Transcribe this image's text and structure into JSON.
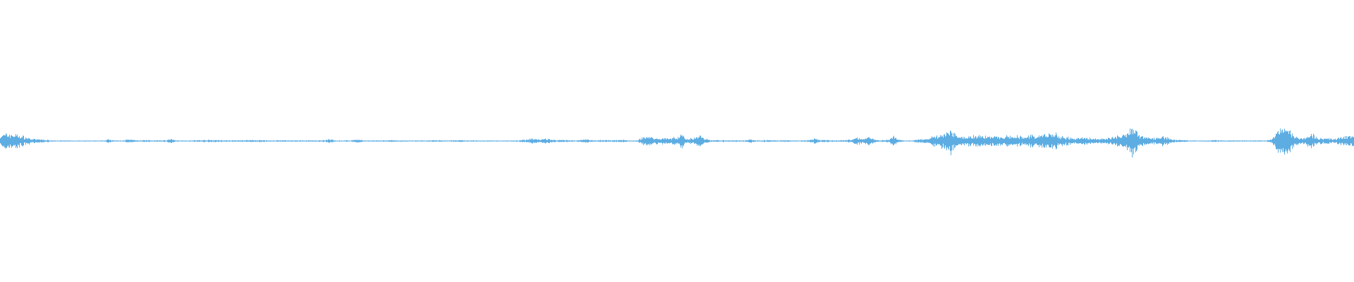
{
  "waveform": {
    "color": "#5dade2",
    "background": "#ffffff",
    "amplitude_profile": [
      [
        0.0,
        0.12
      ],
      [
        0.006,
        0.16
      ],
      [
        0.012,
        0.14
      ],
      [
        0.018,
        0.09
      ],
      [
        0.024,
        0.04
      ],
      [
        0.03,
        0.035
      ],
      [
        0.036,
        0.02
      ],
      [
        0.042,
        0.01
      ],
      [
        0.05,
        0.008
      ],
      [
        0.06,
        0.008
      ],
      [
        0.07,
        0.006
      ],
      [
        0.077,
        0.012
      ],
      [
        0.08,
        0.035
      ],
      [
        0.083,
        0.014
      ],
      [
        0.09,
        0.01
      ],
      [
        0.094,
        0.03
      ],
      [
        0.097,
        0.026
      ],
      [
        0.101,
        0.012
      ],
      [
        0.108,
        0.022
      ],
      [
        0.112,
        0.012
      ],
      [
        0.122,
        0.018
      ],
      [
        0.126,
        0.04
      ],
      [
        0.13,
        0.012
      ],
      [
        0.14,
        0.012
      ],
      [
        0.15,
        0.02
      ],
      [
        0.16,
        0.022
      ],
      [
        0.17,
        0.012
      ],
      [
        0.18,
        0.018
      ],
      [
        0.19,
        0.022
      ],
      [
        0.2,
        0.012
      ],
      [
        0.21,
        0.015
      ],
      [
        0.22,
        0.012
      ],
      [
        0.23,
        0.014
      ],
      [
        0.24,
        0.018
      ],
      [
        0.244,
        0.04
      ],
      [
        0.248,
        0.012
      ],
      [
        0.258,
        0.012
      ],
      [
        0.264,
        0.035
      ],
      [
        0.268,
        0.012
      ],
      [
        0.28,
        0.012
      ],
      [
        0.29,
        0.015
      ],
      [
        0.3,
        0.01
      ],
      [
        0.31,
        0.012
      ],
      [
        0.32,
        0.016
      ],
      [
        0.33,
        0.012
      ],
      [
        0.34,
        0.018
      ],
      [
        0.35,
        0.012
      ],
      [
        0.36,
        0.01
      ],
      [
        0.37,
        0.008
      ],
      [
        0.38,
        0.014
      ],
      [
        0.388,
        0.028
      ],
      [
        0.393,
        0.06
      ],
      [
        0.398,
        0.03
      ],
      [
        0.404,
        0.05
      ],
      [
        0.41,
        0.02
      ],
      [
        0.418,
        0.02
      ],
      [
        0.425,
        0.012
      ],
      [
        0.432,
        0.04
      ],
      [
        0.438,
        0.018
      ],
      [
        0.446,
        0.022
      ],
      [
        0.452,
        0.015
      ],
      [
        0.458,
        0.025
      ],
      [
        0.465,
        0.012
      ],
      [
        0.47,
        0.01
      ],
      [
        0.475,
        0.08
      ],
      [
        0.478,
        0.1
      ],
      [
        0.481,
        0.08
      ],
      [
        0.484,
        0.06
      ],
      [
        0.488,
        0.065
      ],
      [
        0.492,
        0.07
      ],
      [
        0.496,
        0.06
      ],
      [
        0.5,
        0.08
      ],
      [
        0.504,
        0.14
      ],
      [
        0.507,
        0.05
      ],
      [
        0.512,
        0.06
      ],
      [
        0.516,
        0.13
      ],
      [
        0.52,
        0.06
      ],
      [
        0.526,
        0.012
      ],
      [
        0.532,
        0.025
      ],
      [
        0.538,
        0.012
      ],
      [
        0.544,
        0.016
      ],
      [
        0.55,
        0.012
      ],
      [
        0.554,
        0.045
      ],
      [
        0.558,
        0.014
      ],
      [
        0.566,
        0.02
      ],
      [
        0.572,
        0.012
      ],
      [
        0.58,
        0.018
      ],
      [
        0.586,
        0.01
      ],
      [
        0.592,
        0.012
      ],
      [
        0.598,
        0.02
      ],
      [
        0.602,
        0.05
      ],
      [
        0.606,
        0.02
      ],
      [
        0.612,
        0.025
      ],
      [
        0.618,
        0.012
      ],
      [
        0.624,
        0.02
      ],
      [
        0.63,
        0.04
      ],
      [
        0.634,
        0.07
      ],
      [
        0.638,
        0.05
      ],
      [
        0.642,
        0.09
      ],
      [
        0.646,
        0.04
      ],
      [
        0.65,
        0.012
      ],
      [
        0.656,
        0.03
      ],
      [
        0.66,
        0.1
      ],
      [
        0.664,
        0.03
      ],
      [
        0.668,
        0.01
      ],
      [
        0.674,
        0.015
      ],
      [
        0.68,
        0.04
      ],
      [
        0.686,
        0.045
      ],
      [
        0.69,
        0.1
      ],
      [
        0.694,
        0.12
      ],
      [
        0.698,
        0.18
      ],
      [
        0.702,
        0.25
      ],
      [
        0.706,
        0.15
      ],
      [
        0.71,
        0.12
      ],
      [
        0.716,
        0.1
      ],
      [
        0.722,
        0.12
      ],
      [
        0.728,
        0.1
      ],
      [
        0.734,
        0.11
      ],
      [
        0.74,
        0.09
      ],
      [
        0.746,
        0.1
      ],
      [
        0.752,
        0.1
      ],
      [
        0.758,
        0.09
      ],
      [
        0.762,
        0.13
      ],
      [
        0.768,
        0.11
      ],
      [
        0.774,
        0.14
      ],
      [
        0.778,
        0.16
      ],
      [
        0.782,
        0.12
      ],
      [
        0.788,
        0.08
      ],
      [
        0.794,
        0.06
      ],
      [
        0.8,
        0.07
      ],
      [
        0.806,
        0.06
      ],
      [
        0.812,
        0.05
      ],
      [
        0.818,
        0.06
      ],
      [
        0.822,
        0.08
      ],
      [
        0.828,
        0.12
      ],
      [
        0.832,
        0.2
      ],
      [
        0.836,
        0.35
      ],
      [
        0.84,
        0.18
      ],
      [
        0.844,
        0.12
      ],
      [
        0.848,
        0.08
      ],
      [
        0.852,
        0.06
      ],
      [
        0.856,
        0.06
      ],
      [
        0.86,
        0.11
      ],
      [
        0.864,
        0.06
      ],
      [
        0.868,
        0.03
      ],
      [
        0.874,
        0.02
      ],
      [
        0.88,
        0.01
      ],
      [
        0.886,
        0.01
      ],
      [
        0.892,
        0.012
      ],
      [
        0.898,
        0.02
      ],
      [
        0.904,
        0.01
      ],
      [
        0.91,
        0.012
      ],
      [
        0.916,
        0.01
      ],
      [
        0.922,
        0.01
      ],
      [
        0.93,
        0.012
      ],
      [
        0.936,
        0.015
      ],
      [
        0.94,
        0.04
      ],
      [
        0.944,
        0.22
      ],
      [
        0.948,
        0.38
      ],
      [
        0.951,
        0.28
      ],
      [
        0.954,
        0.2
      ],
      [
        0.958,
        0.08
      ],
      [
        0.962,
        0.06
      ],
      [
        0.966,
        0.12
      ],
      [
        0.97,
        0.14
      ],
      [
        0.974,
        0.07
      ],
      [
        0.978,
        0.05
      ],
      [
        0.982,
        0.06
      ],
      [
        0.986,
        0.04
      ],
      [
        0.99,
        0.08
      ],
      [
        0.995,
        0.1
      ],
      [
        1.0,
        0.12
      ]
    ]
  }
}
